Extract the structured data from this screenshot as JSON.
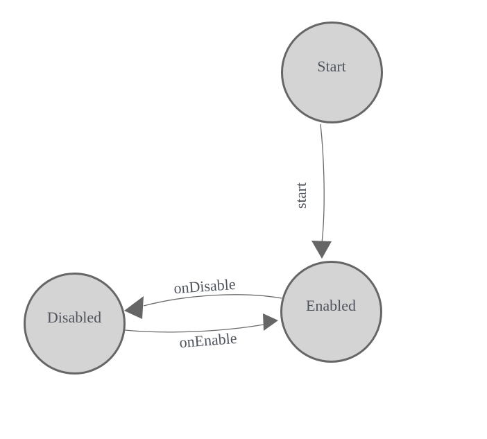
{
  "diagram": {
    "type": "state-machine",
    "colors": {
      "background": "#ffffff",
      "node_fill": "#d4d4d4",
      "node_border": "#666666",
      "edge_line": "#6a6a6a",
      "arrowhead_fill": "#666666",
      "label_text": "#4f545c"
    },
    "nodes": [
      {
        "id": "start",
        "label": "Start"
      },
      {
        "id": "enabled",
        "label": "Enabled"
      },
      {
        "id": "disabled",
        "label": "Disabled"
      }
    ],
    "edges": [
      {
        "from": "Start",
        "to": "Enabled",
        "label": "start"
      },
      {
        "from": "Enabled",
        "to": "Disabled",
        "label": "onDisable"
      },
      {
        "from": "Disabled",
        "to": "Enabled",
        "label": "onEnable"
      }
    ]
  }
}
